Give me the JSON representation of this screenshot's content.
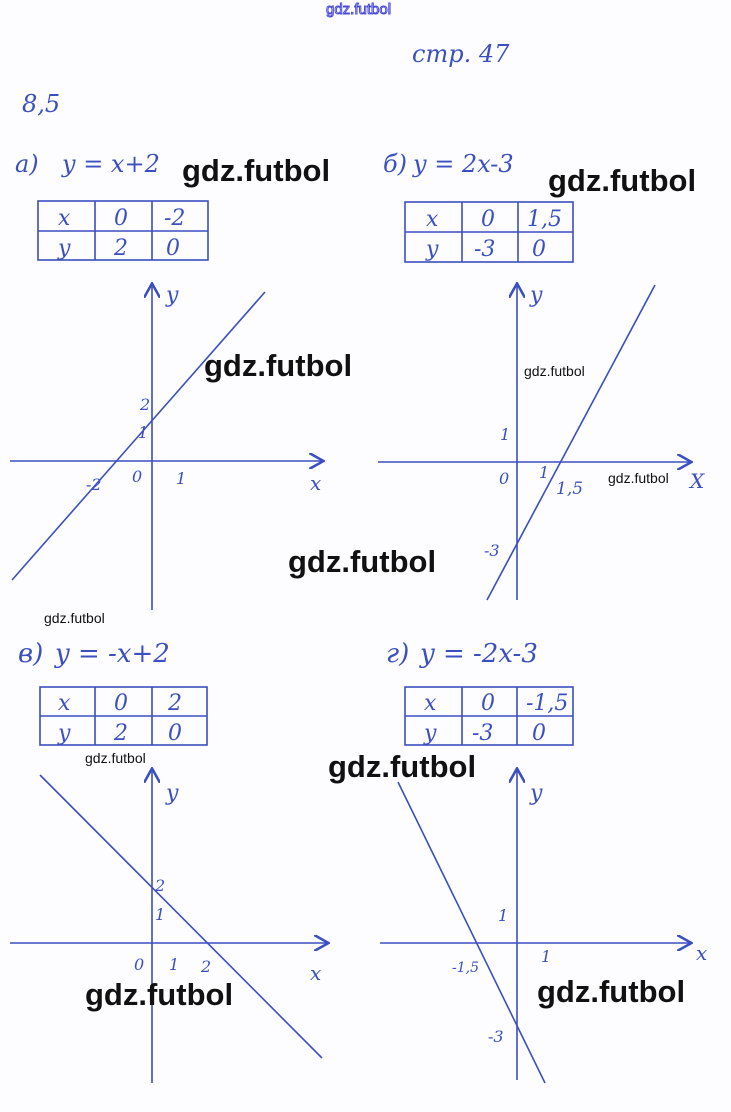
{
  "watermark_top": "gdz.futbol",
  "header": {
    "page_ref": "стр. 47",
    "exercise": "8,5"
  },
  "watermarks": [
    "gdz.futbol",
    "gdz.futbol",
    "gdz.futbol",
    "gdz.futbol",
    "gdz.futbol",
    "gdz.futbol",
    "gdz.futbol",
    "gdz.futbol",
    "gdz.futbol",
    "gdz.futbol"
  ],
  "problems": [
    {
      "label": "а)",
      "equation": "y = x+2",
      "table": {
        "x": [
          "x",
          "0",
          "-2"
        ],
        "y": [
          "y",
          "2",
          "0"
        ]
      },
      "axes": {
        "x": "x",
        "y": "y",
        "origin": "0"
      },
      "ticks": [
        "1",
        "-2",
        "2",
        "1"
      ]
    },
    {
      "label": "б)",
      "equation": "y = 2x-3",
      "table": {
        "x": [
          "x",
          "0",
          "1,5"
        ],
        "y": [
          "y",
          "-3",
          "0"
        ]
      },
      "axes": {
        "x": "X",
        "y": "y",
        "origin": "0"
      },
      "ticks": [
        "1",
        "1,5",
        "1",
        "-3"
      ]
    },
    {
      "label": "в)",
      "equation": "y = -x+2",
      "table": {
        "x": [
          "x",
          "0",
          "2"
        ],
        "y": [
          "y",
          "2",
          "0"
        ]
      },
      "axes": {
        "x": "x",
        "y": "y",
        "origin": "0"
      },
      "ticks": [
        "1",
        "2",
        "2",
        "1"
      ]
    },
    {
      "label": "г)",
      "equation": "y = -2x-3",
      "table": {
        "x": [
          "x",
          "0",
          "-1,5"
        ],
        "y": [
          "y",
          "-3",
          "0"
        ]
      },
      "axes": {
        "x": "x",
        "y": "y",
        "origin": ""
      },
      "ticks": [
        "-1,5",
        "1",
        "1",
        "-3"
      ]
    }
  ]
}
